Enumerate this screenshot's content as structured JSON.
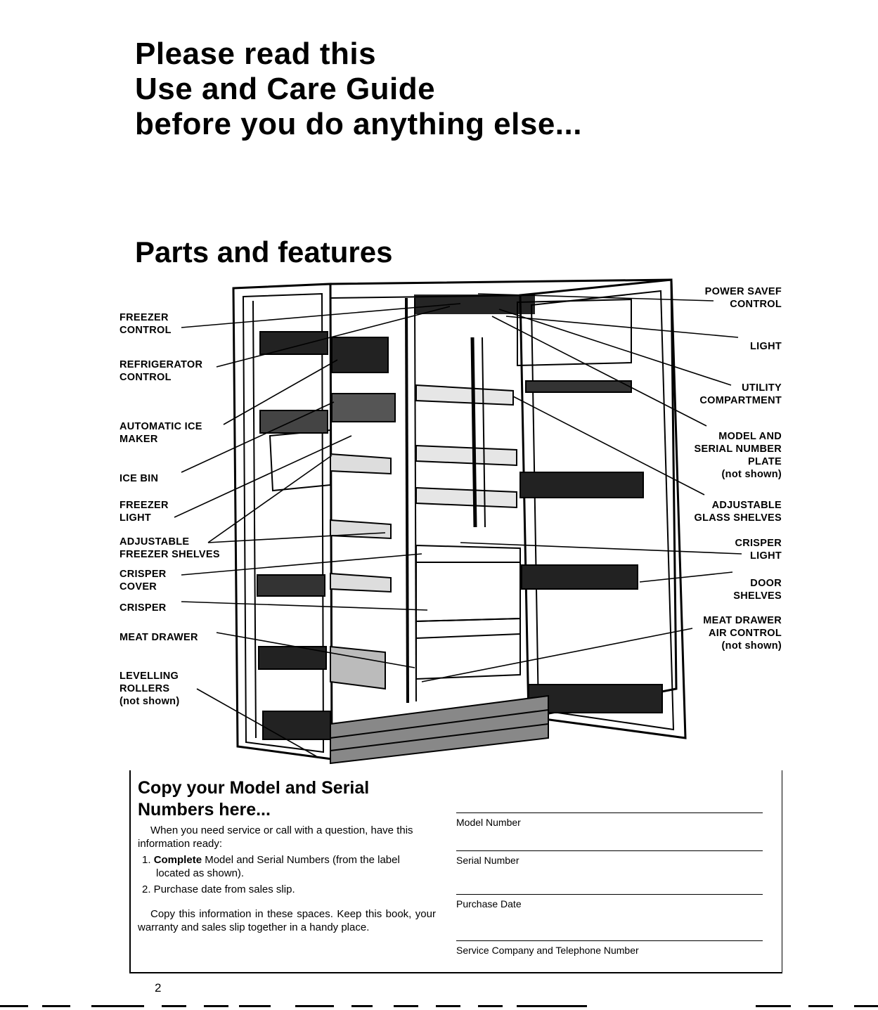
{
  "headline": {
    "line1": "Please read this",
    "line2": "Use and Care Guide",
    "line3": "before you do anything else..."
  },
  "section_title": "Parts and features",
  "callouts_left": {
    "freezer_control": [
      "FREEZER",
      "CONTROL"
    ],
    "refrigerator_control": [
      "REFRIGERATOR",
      "CONTROL"
    ],
    "automatic_ice_maker": [
      "AUTOMATIC ICE",
      "MAKER"
    ],
    "ice_bin": [
      "ICE BIN"
    ],
    "freezer_light": [
      "FREEZER",
      "LIGHT"
    ],
    "adjustable_freezer_shelves": [
      "ADJUSTABLE",
      "FREEZER SHELVES"
    ],
    "crisper_cover": [
      "CRISPER",
      "COVER"
    ],
    "crisper": [
      "CRISPER"
    ],
    "meat_drawer": [
      "MEAT DRAWER"
    ],
    "levelling_rollers": [
      "LEVELLING",
      "ROLLERS",
      "(not shown)"
    ]
  },
  "callouts_right": {
    "power_saver_control": [
      "POWER SAVEF",
      "CONTROL"
    ],
    "light": [
      "LIGHT"
    ],
    "utility_compartment": [
      "UTILITY",
      "COMPARTMENT"
    ],
    "model_serial_plate": [
      "MODEL AND",
      "SERIAL NUMBER",
      "PLATE",
      "(not shown)"
    ],
    "adjustable_glass_shelves": [
      "ADJUSTABLE",
      "GLASS SHELVES"
    ],
    "crisper_light": [
      "CRISPER",
      "LIGHT"
    ],
    "door_shelves": [
      "DOOR",
      "SHELVES"
    ],
    "meat_drawer_air_control": [
      "MEAT DRAWER",
      "AIR CONTROL",
      "(not shown)"
    ]
  },
  "info_box": {
    "heading_line1": "Copy your Model and Serial",
    "heading_line2": "Numbers here...",
    "intro": "When you need service or call with a question, have this information ready:",
    "step1_num": "1.",
    "step1_bold": "Complete",
    "step1_rest": " Model and Serial Numbers (from the label located as shown).",
    "step2_num": "2.",
    "step2_text": " Purchase date from sales slip.",
    "closing": "Copy this information in these spaces. Keep this book, your warranty and sales slip together in a handy place.",
    "fields": [
      "Model Number",
      "Serial Number",
      "Purchase Date",
      "Service Company and Telephone Number"
    ]
  },
  "page_number": "2"
}
